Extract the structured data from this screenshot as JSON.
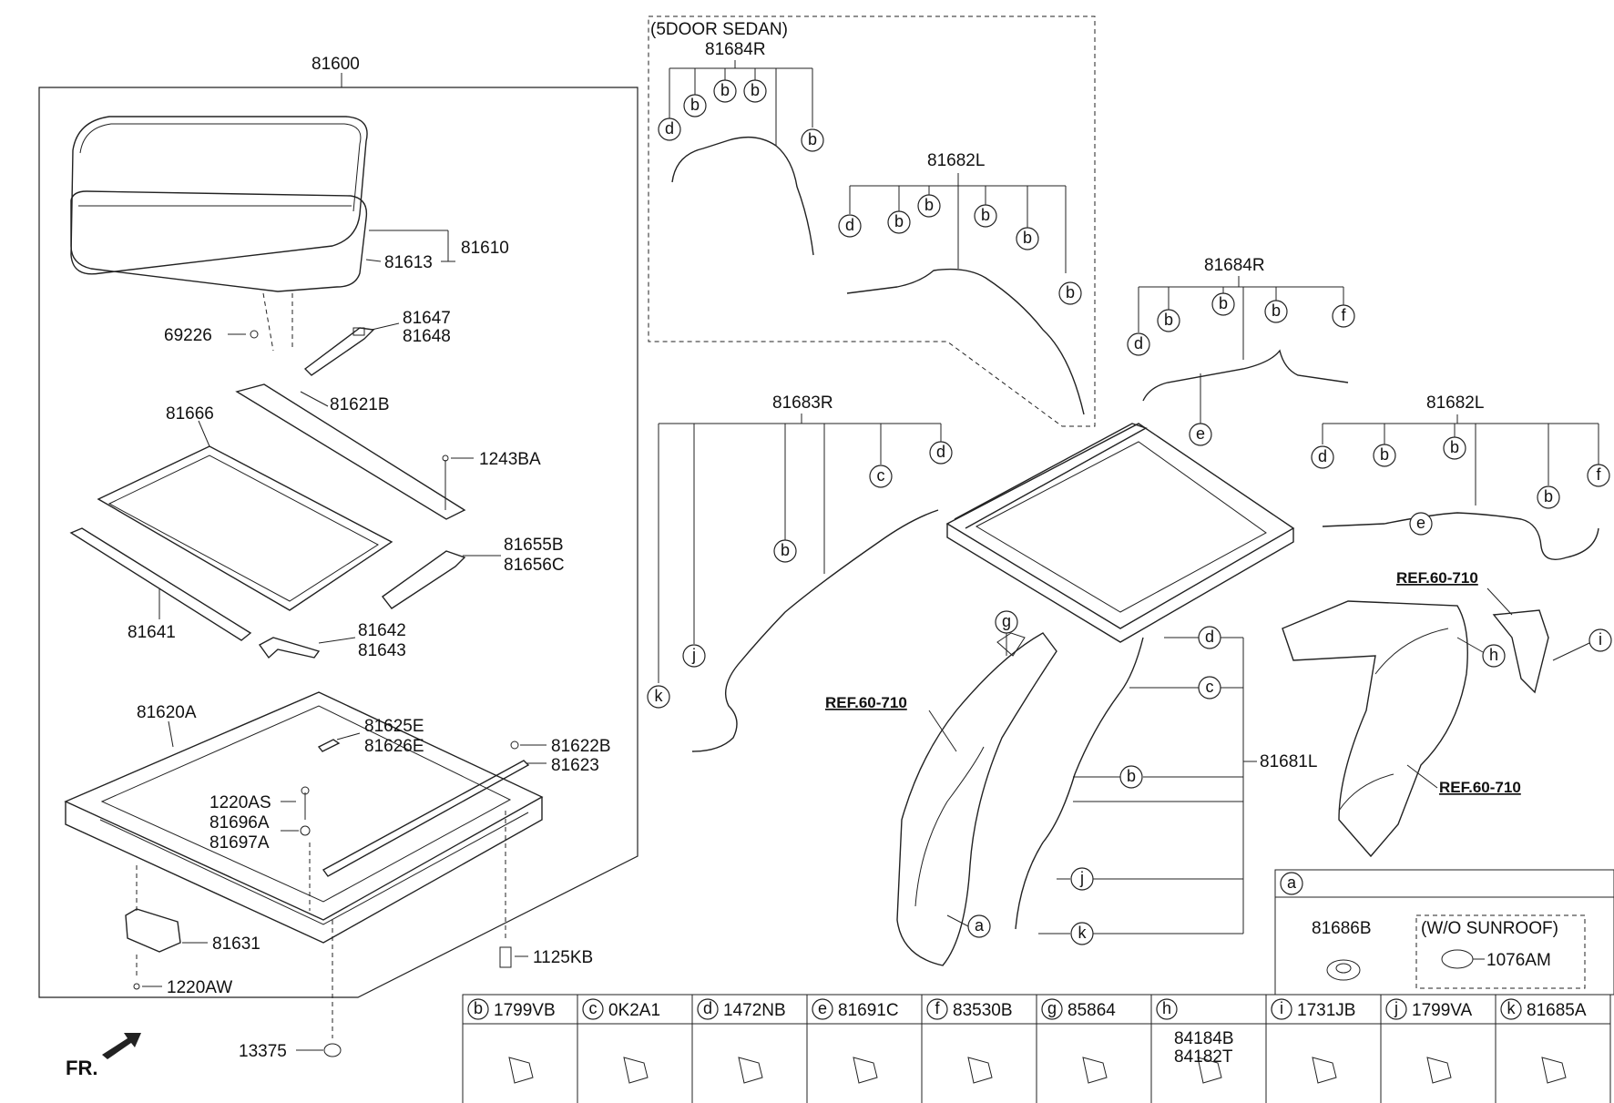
{
  "colors": {
    "line": "#222222",
    "background": "#ffffff"
  },
  "labels": {
    "p81600": "81600",
    "p81610": "81610",
    "p81613": "81613",
    "p69226": "69226",
    "p81647": "81647",
    "p81648": "81648",
    "p81666": "81666",
    "p81621B": "81621B",
    "p1243BA": "1243BA",
    "p81655B": "81655B",
    "p81656C": "81656C",
    "p81641": "81641",
    "p81642": "81642",
    "p81643": "81643",
    "p81620A": "81620A",
    "p81625E": "81625E",
    "p81626E": "81626E",
    "p81622B": "81622B",
    "p81623": "81623",
    "p1220AS": "1220AS",
    "p81696A": "81696A",
    "p81697A": "81697A",
    "p81631": "81631",
    "p1125KB": "1125KB",
    "p1220AW": "1220AW",
    "p13375": "13375",
    "fr": "FR.",
    "sedan_title": "(5DOOR SEDAN)",
    "sedan_81684R": "81684R",
    "sedan_81682L": "81682L",
    "main_81684R": "81684R",
    "main_81683R": "81683R",
    "main_81682L": "81682L",
    "main_81681L": "81681L",
    "ref1": "REF.60-710",
    "ref2": "REF.60-710",
    "ref3": "REF.60-710",
    "wo_sunroof": "(W/O SUNROOF)",
    "p81686B": "81686B",
    "p1076AM": "1076AM"
  },
  "legend": {
    "a": "a",
    "items": [
      {
        "letter": "b",
        "part": "1799VB"
      },
      {
        "letter": "c",
        "part": "0K2A1"
      },
      {
        "letter": "d",
        "part": "1472NB"
      },
      {
        "letter": "e",
        "part": "81691C"
      },
      {
        "letter": "f",
        "part": "83530B"
      },
      {
        "letter": "g",
        "part": "85864"
      },
      {
        "letter": "h",
        "part": ""
      },
      {
        "letter": "i",
        "part": "1731JB"
      },
      {
        "letter": "j",
        "part": "1799VA"
      },
      {
        "letter": "k",
        "part": "81685A"
      }
    ],
    "h_parts": [
      "84184B",
      "84182T"
    ]
  }
}
